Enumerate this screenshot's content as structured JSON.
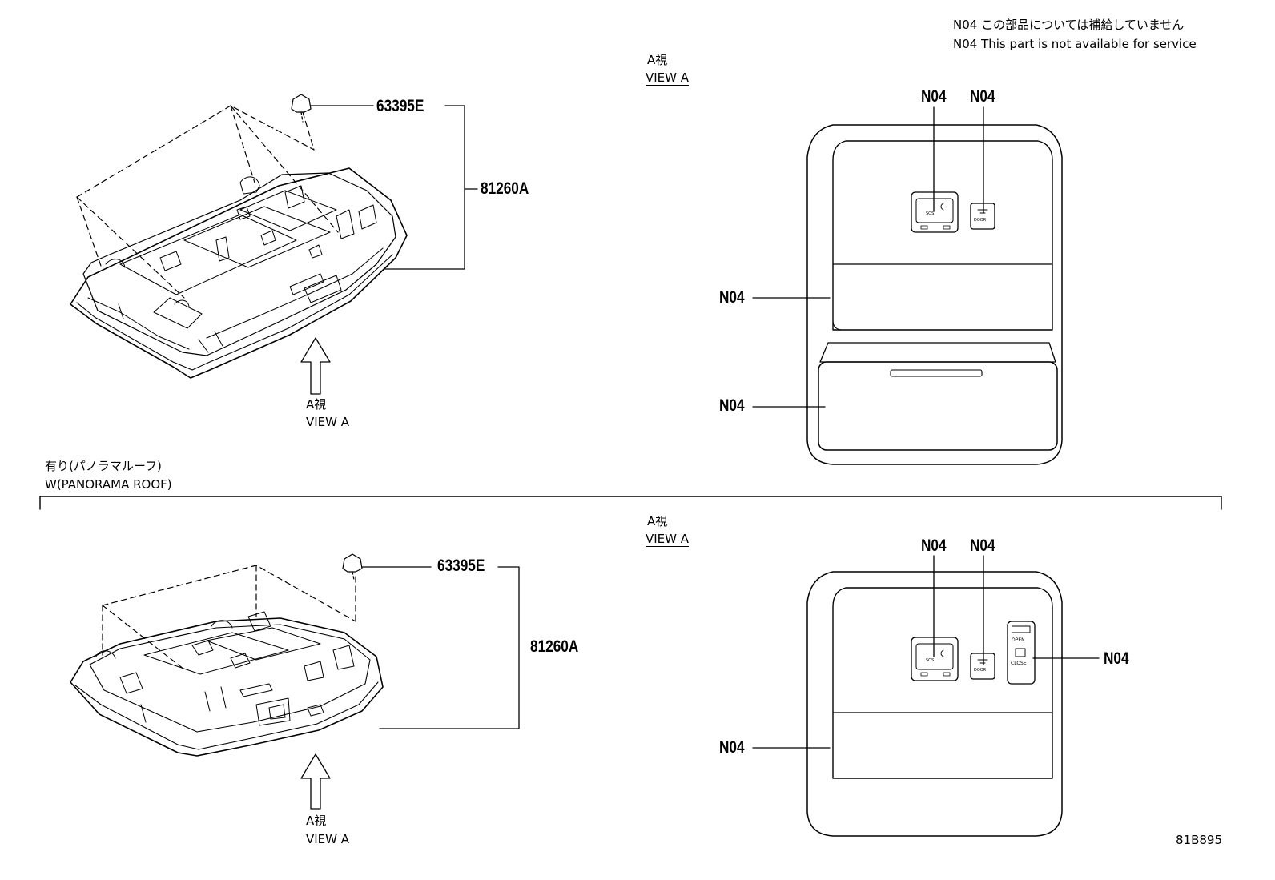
{
  "notes": {
    "jp": "N04 この部品については補給していません",
    "en": "N04 This part is not available for service"
  },
  "top": {
    "clip_part": "63395E",
    "assembly_part": "81260A",
    "arrow_label_jp": "A視",
    "arrow_label_en": "VIEW A",
    "view_label_jp": "A視",
    "view_label_en": "VIEW A",
    "callouts": [
      "N04",
      "N04",
      "N04",
      "N04"
    ],
    "sos_label": "SOS",
    "door_label": "DOOR"
  },
  "section": {
    "title_jp": "有り(パノラマルーフ)",
    "title_en": "W(PANORAMA ROOF)"
  },
  "bottom": {
    "clip_part": "63395E",
    "assembly_part": "81260A",
    "arrow_label_jp": "A視",
    "arrow_label_en": "VIEW A",
    "view_label_jp": "A視",
    "view_label_en": "VIEW A",
    "callouts": [
      "N04",
      "N04",
      "N04",
      "N04"
    ],
    "sos_label": "SOS",
    "door_label": "DOOR",
    "open_label": "OPEN",
    "close_label": "CLOSE"
  },
  "figure_code": "81B895"
}
